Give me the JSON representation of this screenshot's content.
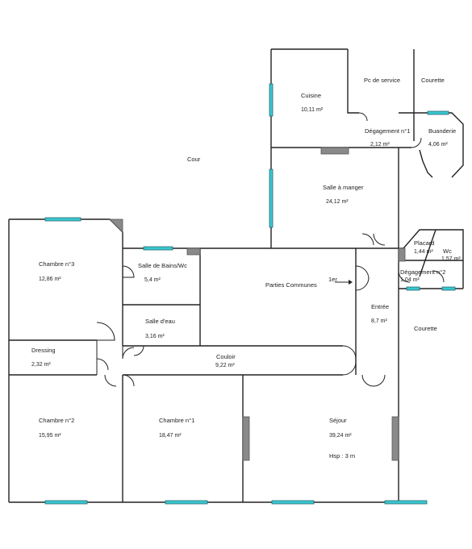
{
  "rooms": {
    "cuisine": {
      "name": "Cuisine",
      "area": "10,11  m²"
    },
    "pc_service": {
      "name": "Pc de service"
    },
    "courette_top": {
      "name": "Courette"
    },
    "degagement1": {
      "name": "Dégagement n°1",
      "area": "2,12  m²"
    },
    "buanderie": {
      "name": "Buanderie",
      "area": "4,06  m²"
    },
    "cour": {
      "name": "Cour"
    },
    "salle_manger": {
      "name": "Salle à manger",
      "area": "24,12  m²"
    },
    "chambre3": {
      "name": "Chambre n°3",
      "area": "12,86  m²"
    },
    "salle_bains": {
      "name": "Salle de Bains/Wc",
      "area": "5,4  m²"
    },
    "parties_communes": {
      "name": "Parties Communes",
      "note": "1er"
    },
    "placard": {
      "name": "Placard",
      "area": "1,44  m²"
    },
    "wc": {
      "name": "Wc",
      "area": "1,57  m²"
    },
    "degagement2": {
      "name": "Dégagement n°2",
      "area": "1,04  m²"
    },
    "salle_eau": {
      "name": "Salle d'eau",
      "area": "3,16  m²"
    },
    "entree": {
      "name": "Entrée",
      "area": "8,7  m²"
    },
    "courette_right": {
      "name": "Courette"
    },
    "dressing": {
      "name": "Dressing",
      "area": "2,32  m²"
    },
    "couloir": {
      "name": "Couloir",
      "area": "9,22  m²"
    },
    "chambre2": {
      "name": "Chambre n°2",
      "area": "15,95  m²"
    },
    "chambre1": {
      "name": "Chambre n°1",
      "area": "18,47  m²"
    },
    "sejour": {
      "name": "Séjour",
      "area": "39,24  m²",
      "note": "Hsp : 3 m"
    }
  },
  "colors": {
    "window": "#38c8d0",
    "wall": "#222222",
    "block": "#8a8a8a"
  }
}
